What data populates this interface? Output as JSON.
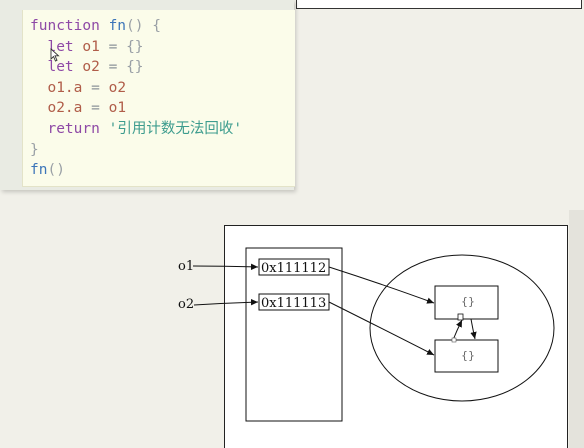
{
  "code": {
    "line1": {
      "keyword": "function",
      "name": "fn",
      "rest": "() {"
    },
    "line2": {
      "keyword": "let",
      "var": "o1",
      "op": "=",
      "value": "{}"
    },
    "line3": {
      "keyword": "let",
      "var": "o2",
      "op": "=",
      "value": "{}"
    },
    "line4": {
      "lhs": "o1.a",
      "op": "=",
      "rhs": "o2"
    },
    "line5": {
      "lhs": "o2.a",
      "op": "=",
      "rhs": "o1"
    },
    "line6": {
      "keyword": "return",
      "string": "'引用计数无法回收'"
    },
    "line7": {
      "close": "}"
    },
    "line8": {
      "call": "fn",
      "parens": "()"
    }
  },
  "diagram": {
    "labels": {
      "o1": "o1",
      "o2": "o2"
    },
    "stack": {
      "addr1": "0x111112",
      "addr2": "0x111113"
    },
    "heap": {
      "obj1": "{}",
      "obj2": "{}"
    }
  },
  "colors": {
    "background": "#f1f0e9",
    "code_bg": "#fbfcea",
    "keyword": "#8e49a6",
    "function_name": "#3c75b9",
    "variable": "#b05d49",
    "string": "#3d9c8e"
  }
}
